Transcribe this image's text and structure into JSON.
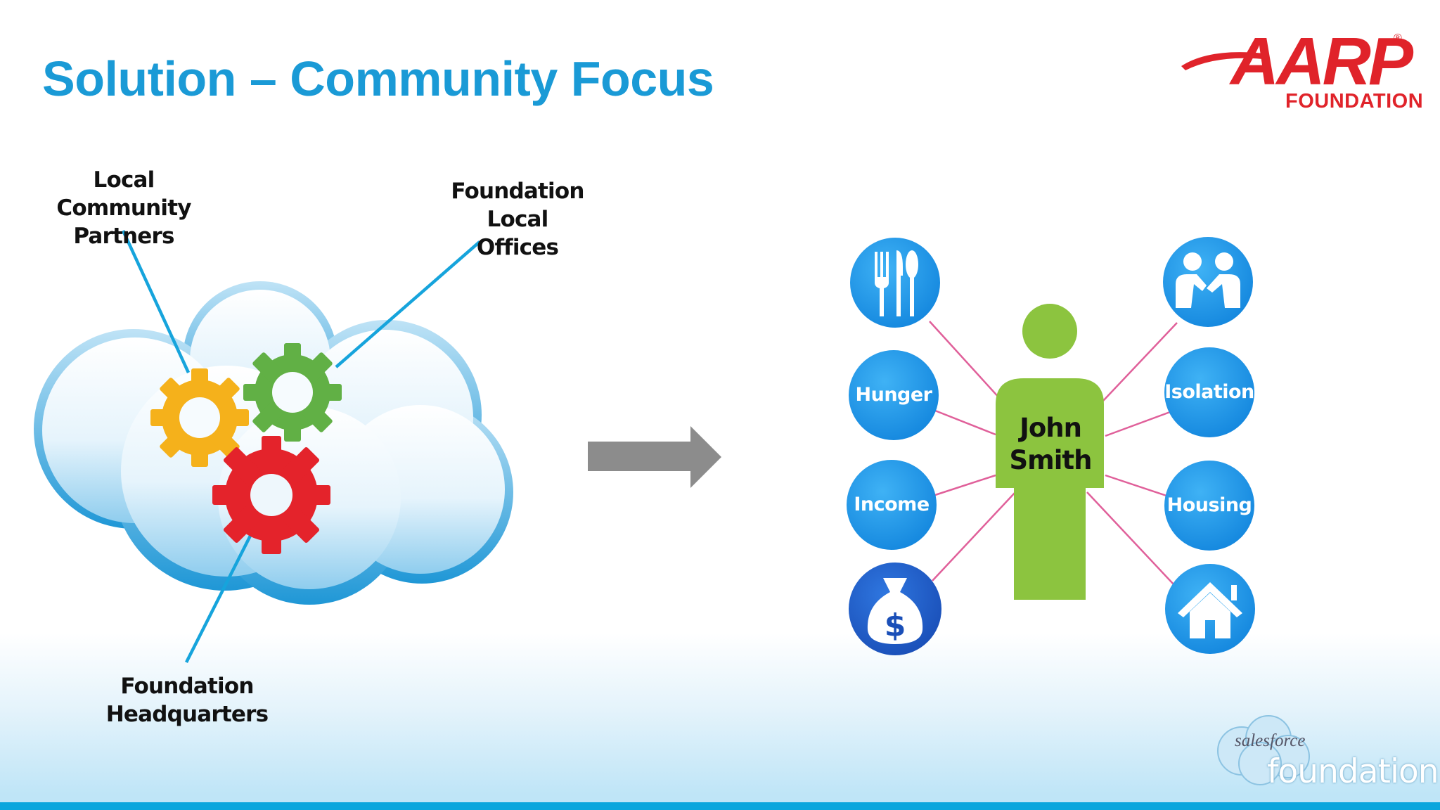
{
  "slide": {
    "title": "Solution – Community Focus"
  },
  "logos": {
    "aarp_word": "AARP",
    "aarp_registered": "®",
    "aarp_sub": "FOUNDATION",
    "salesforce_small": "salesforce",
    "salesforce_big": "foundation"
  },
  "cloud_diagram": {
    "labels": {
      "local_partners_line1": "Local Community",
      "local_partners_line2": "Partners",
      "local_offices_line1": "Foundation Local",
      "local_offices_line2": "Offices",
      "headquarters_line1": "Foundation",
      "headquarters_line2": "Headquarters"
    },
    "gear_icons": [
      "gear-icon-yellow",
      "gear-icon-green",
      "gear-icon-red"
    ]
  },
  "person_diagram": {
    "name_line1": "John",
    "name_line2": "Smith",
    "needs": {
      "hunger": "Hunger",
      "isolation": "Isolation",
      "income": "Income",
      "housing": "Housing"
    },
    "icons": [
      "utensils-icon",
      "handshake-icon",
      "money-bag-icon",
      "house-icon"
    ]
  },
  "colors": {
    "title_blue": "#1a9ad6",
    "circle_blue": "#1e9be8",
    "person_green": "#8cc43f",
    "connector_pink": "#e0609a",
    "arrow_gray": "#8c8c8c",
    "aarp_red": "#e0232a",
    "gear_yellow": "#f5b11b",
    "gear_green": "#61b045",
    "gear_red": "#e4232b"
  }
}
